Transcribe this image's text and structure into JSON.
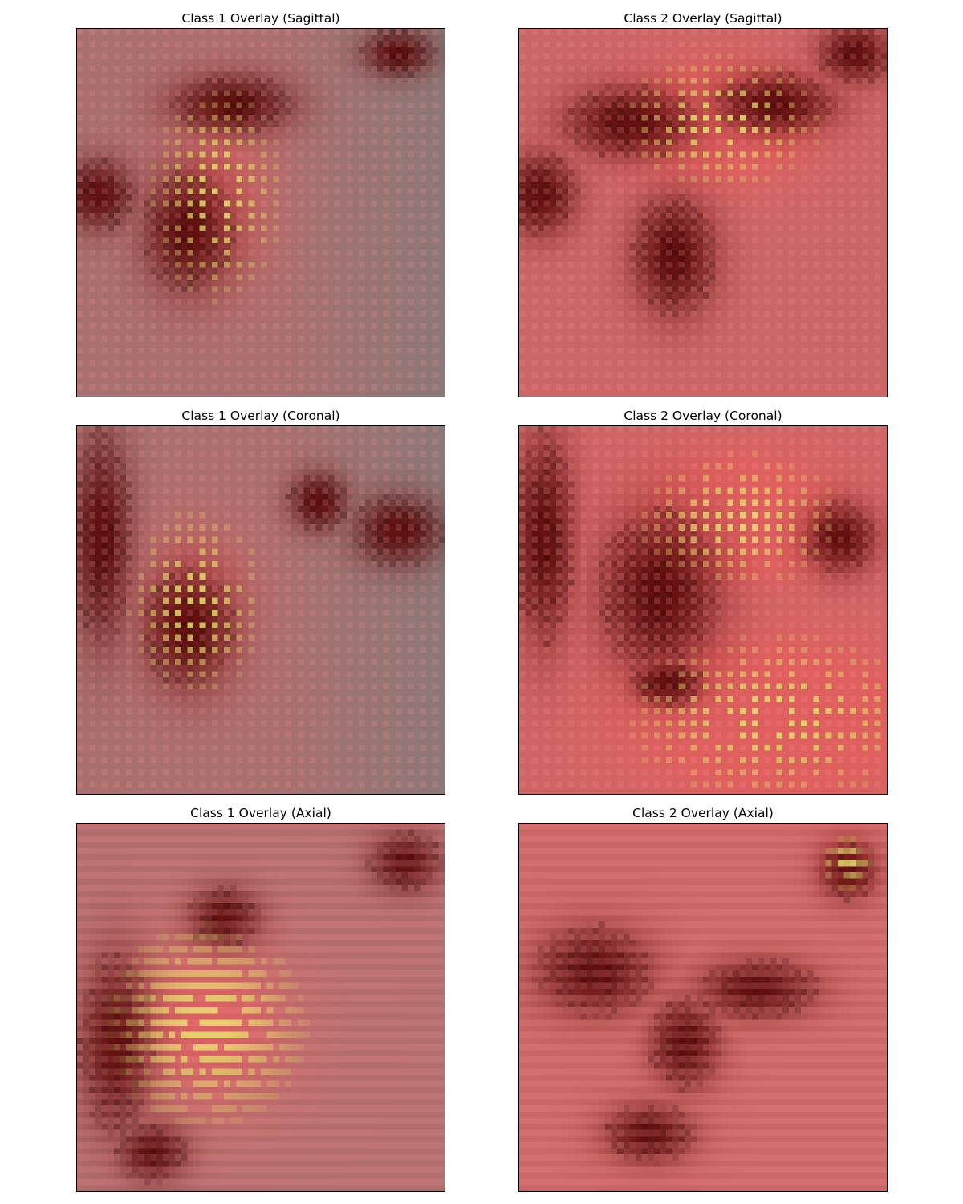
{
  "figure": {
    "panels": [
      {
        "id": "sag-1",
        "title": "Class 1 Overlay (Sagittal)",
        "class": 1,
        "view": "sagittal"
      },
      {
        "id": "sag-2",
        "title": "Class 2 Overlay (Sagittal)",
        "class": 2,
        "view": "sagittal"
      },
      {
        "id": "cor-1",
        "title": "Class 1 Overlay (Coronal)",
        "class": 1,
        "view": "coronal"
      },
      {
        "id": "cor-2",
        "title": "Class 2 Overlay (Coronal)",
        "class": 2,
        "view": "coronal"
      },
      {
        "id": "ax-1",
        "title": "Class 1 Overlay (Axial)",
        "class": 1,
        "view": "axial"
      },
      {
        "id": "ax-2",
        "title": "Class 2 Overlay (Axial)",
        "class": 2,
        "view": "axial"
      }
    ]
  },
  "colors": {
    "overlay_red": "#e06060",
    "highlight_yellow": "#e8e070",
    "dark_red": "#5a0808",
    "gray_tissue": "#8c7878"
  }
}
